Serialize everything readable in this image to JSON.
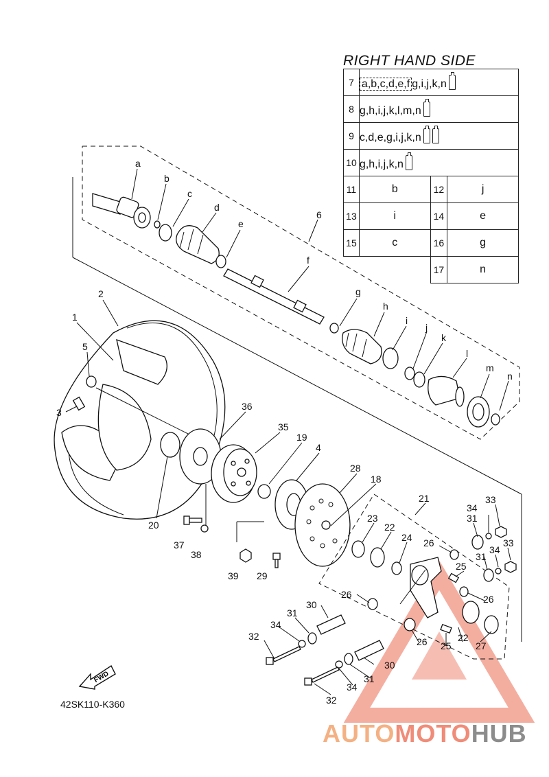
{
  "legend": {
    "title": "RIGHT HAND SIDE",
    "kits": [
      {
        "num": "7",
        "dashed_part": "a,b,c,d,e,f",
        "rest": "g,i,j,k,n",
        "tubes": 1
      },
      {
        "num": "8",
        "dashed_part": "",
        "rest": "g,h,i,j,k,l,m,n",
        "tubes": 1
      },
      {
        "num": "9",
        "dashed_part": "",
        "rest": "c,d,e,g,i,j,k,n",
        "tubes": 2
      },
      {
        "num": "10",
        "dashed_part": "",
        "rest": "g,h,i,j,k,n",
        "tubes": 1
      }
    ],
    "singles": [
      {
        "num1": "11",
        "val1": "b",
        "num2": "12",
        "val2": "j"
      },
      {
        "num1": "13",
        "val1": "i",
        "num2": "14",
        "val2": "e"
      },
      {
        "num1": "15",
        "val1": "c",
        "num2": "16",
        "val2": "g"
      },
      {
        "num1": "",
        "val1": "",
        "num2": "17",
        "val2": "n"
      }
    ]
  },
  "callouts": {
    "a": "a",
    "b": "b",
    "c": "c",
    "d": "d",
    "e": "e",
    "f": "f",
    "g": "g",
    "h": "h",
    "i": "i",
    "j": "j",
    "k": "k",
    "l": "l",
    "m": "m",
    "n": "n",
    "n1": "1",
    "n2": "2",
    "n3": "3",
    "n4": "4",
    "n5": "5",
    "n6": "6",
    "n18": "18",
    "n19": "19",
    "n20": "20",
    "n21": "21",
    "n22a": "22",
    "n22b": "22",
    "n23": "23",
    "n24": "24",
    "n25a": "25",
    "n25b": "25",
    "n26a": "26",
    "n26b": "26",
    "n26c": "26",
    "n26d": "26",
    "n27": "27",
    "n28": "28",
    "n29": "29",
    "n30a": "30",
    "n30b": "30",
    "n31a": "31",
    "n31b": "31",
    "n31c": "31",
    "n31d": "31",
    "n32a": "32",
    "n32b": "32",
    "n33a": "33",
    "n33b": "33",
    "n34a": "34",
    "n34b": "34",
    "n34c": "34",
    "n34d": "34",
    "n35": "35",
    "n36": "36",
    "n37": "37",
    "n38": "38",
    "n39": "39"
  },
  "diagram_code": "42SK110-K360",
  "fwd_label": "FWD",
  "watermark": {
    "part1": "AUTO",
    "part2": "MOTO",
    "part3": "HUB"
  },
  "colors": {
    "line": "#111111",
    "watermark_red": "#f08c78",
    "watermark_orange": "#f4b183",
    "watermark_gray": "#8c8c8c"
  }
}
